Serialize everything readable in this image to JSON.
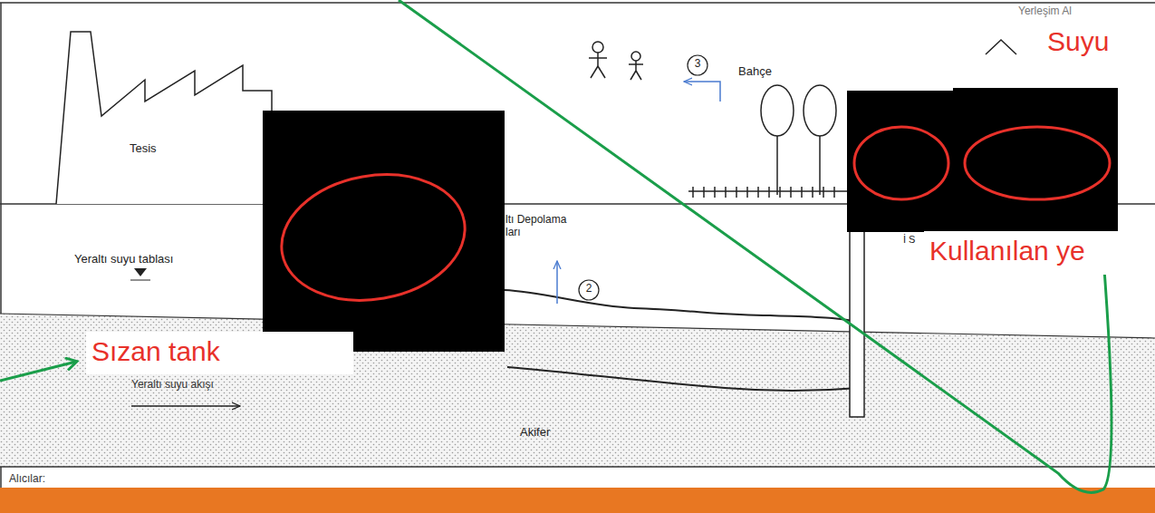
{
  "diagram": {
    "nodes": [
      {
        "text": [
          "Suyu"
        ]
      },
      {
        "text": [
          "Kullanılan ye"
        ]
      },
      {
        "text": [
          "Sızan tank"
        ]
      }
    ],
    "labels": [
      "Yerleşim Al",
      "Tesis",
      "3",
      "Bahçe",
      "ltı Depolama ları",
      "İ S",
      "Yeraltı suyu tablası",
      "2",
      "Yeraltı suyu akışı",
      "Akifer",
      "Alıcılar:"
    ]
  }
}
